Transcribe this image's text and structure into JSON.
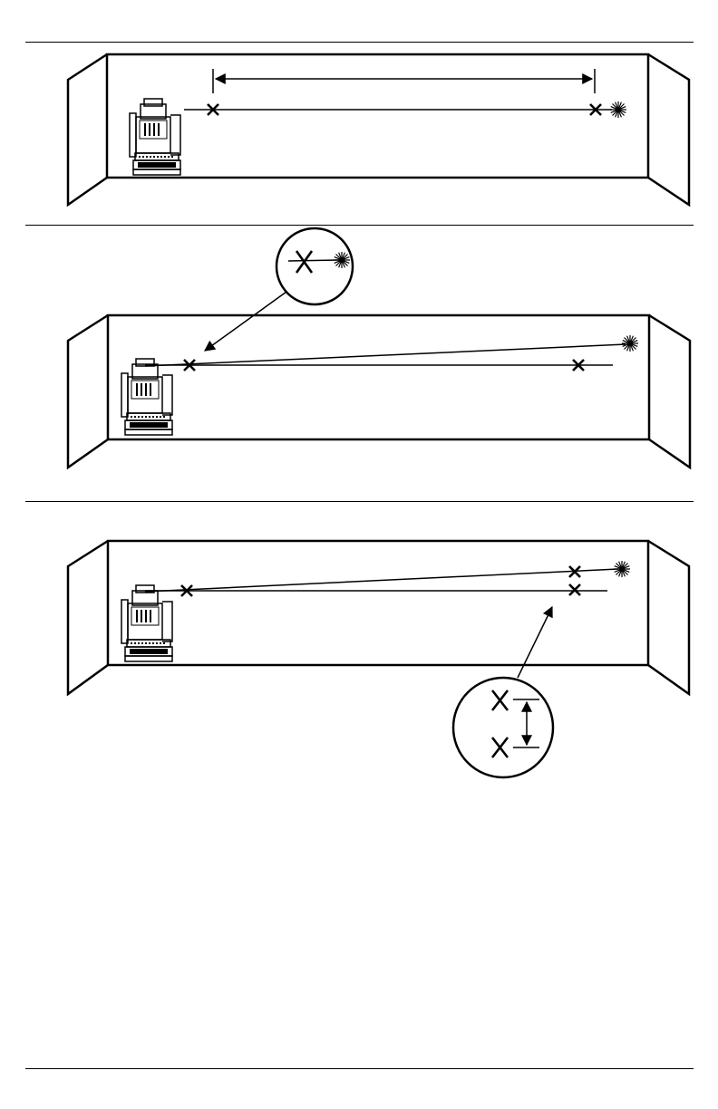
{
  "figure": {
    "panels": [
      {
        "id": "panel-1"
      },
      {
        "id": "panel-2"
      },
      {
        "id": "panel-3"
      }
    ],
    "colors": {
      "ink": "#000000",
      "paper": "#ffffff"
    },
    "icons": [
      "laser-level-icon",
      "laser-spot-icon",
      "x-mark-icon",
      "double-arrow-icon",
      "magnifier-callout-icon"
    ]
  }
}
